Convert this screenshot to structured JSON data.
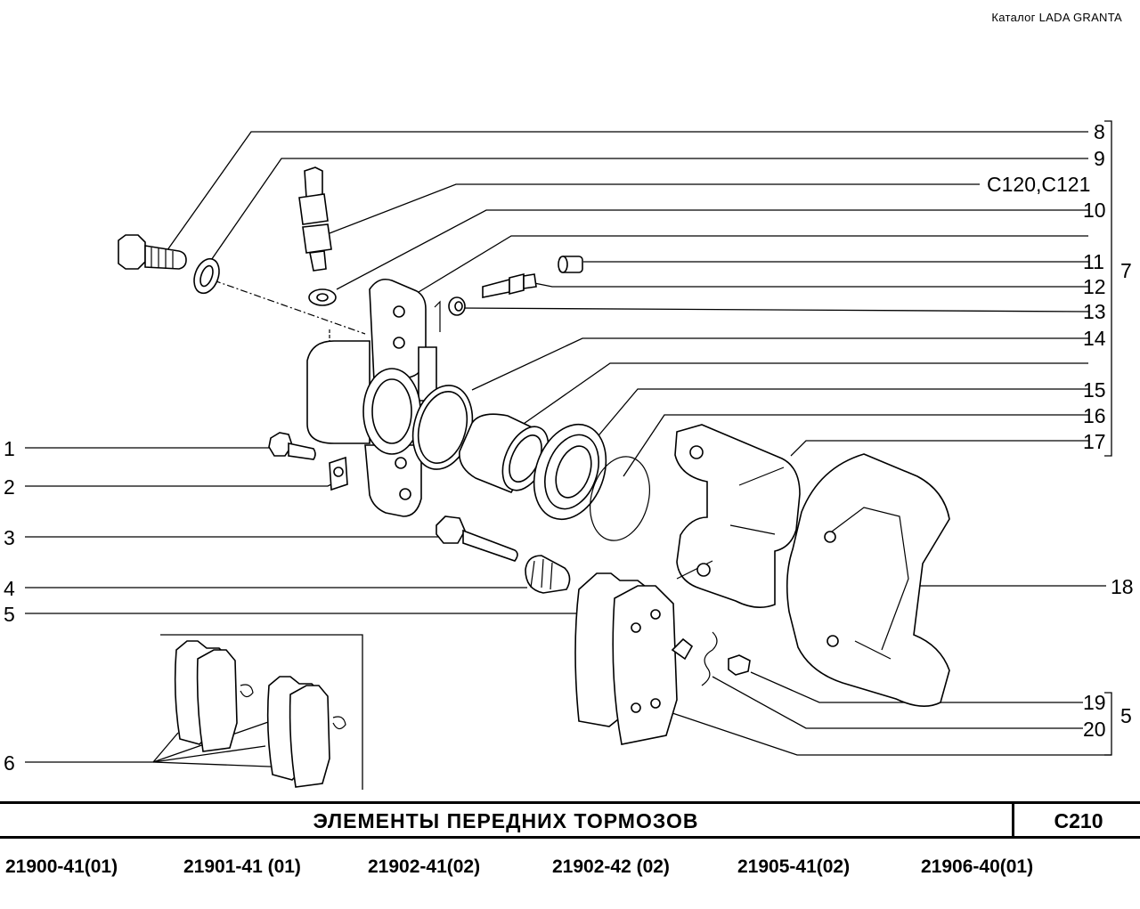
{
  "header": {
    "catalog": "Каталог  LADA  GRANTA"
  },
  "labels": {
    "l8": "8",
    "l9": "9",
    "lc120": "C120,C121",
    "l10": "10",
    "l11": "11",
    "l12": "12",
    "l13": "13",
    "l14": "14",
    "l15": "15",
    "l16": "16",
    "l17": "17",
    "l7": "7",
    "l18": "18",
    "l19": "19",
    "l20": "20",
    "l5r": "5",
    "l1": "1",
    "l2": "2",
    "l3": "3",
    "l4": "4",
    "l5": "5",
    "l6": "6"
  },
  "footer": {
    "title": "ЭЛЕМЕНТЫ   ПЕРЕДНИХ   ТОРМОЗОВ",
    "code": "C210",
    "models": [
      "21900-41(01)",
      "21901-41 (01)",
      "21902-41(02)",
      "21902-42 (02)",
      "21905-41(02)",
      "21906-40(01)"
    ]
  }
}
